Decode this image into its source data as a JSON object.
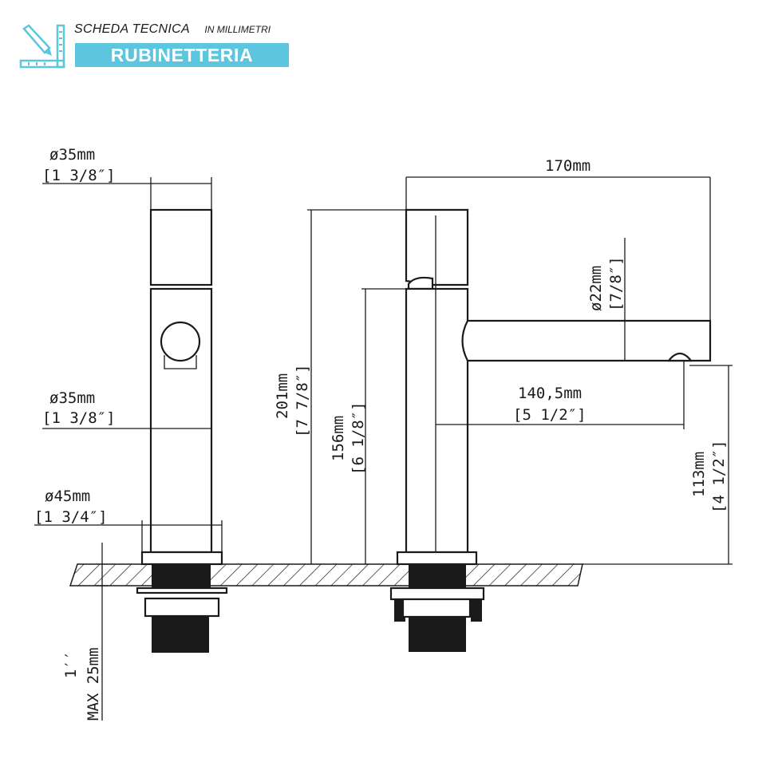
{
  "header": {
    "title": "SCHEDA TECNICA",
    "subtitle": "IN MILLIMETRI",
    "category": "RUBINETTERIA",
    "logo_icon": "ruler-pencil-icon",
    "accent_color": "#5bc6de"
  },
  "dimensions": {
    "body_diameter_top": {
      "mm": "ø35mm",
      "inch": "[1 3/8″]"
    },
    "body_diameter_mid": {
      "mm": "ø35mm",
      "inch": "[1 3/8″]"
    },
    "base_diameter": {
      "mm": "ø45mm",
      "inch": "[1 3/4″]"
    },
    "max_thickness": {
      "line1": "1′′",
      "line2": "MAX 25mm"
    },
    "total_height": {
      "mm": "201mm",
      "inch": "[7 7/8″]"
    },
    "body_height": {
      "mm": "156mm",
      "inch": "[6 1/8″]"
    },
    "total_length": {
      "mm": "170mm"
    },
    "spout_diameter": {
      "mm": "ø22mm",
      "inch": "[7/8″]"
    },
    "spout_reach": {
      "mm": "140,5mm",
      "inch": "[5 1/2″]"
    },
    "spout_height": {
      "mm": "113mm",
      "inch": "[4 1/2″]"
    }
  }
}
